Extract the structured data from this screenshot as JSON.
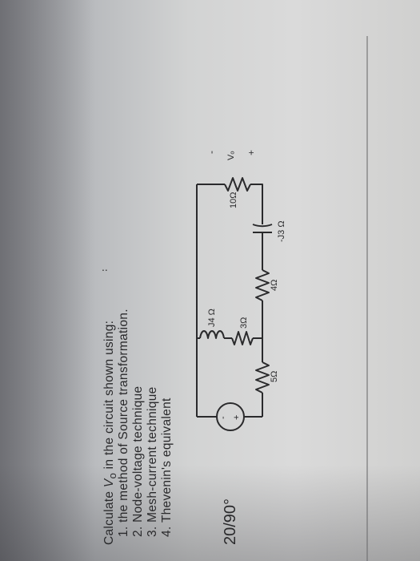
{
  "problem": {
    "intro_pre": "Calculate ",
    "intro_var": "V",
    "intro_sub": "o",
    "intro_post": " in the circuit shown using:",
    "items": [
      "1. the method of Source transformation.",
      "2. Node-voltage technique",
      "3. Mesh-current technique",
      "4. Thevenin's equivalent"
    ]
  },
  "circuit": {
    "source": "20/90°",
    "r1": "5Ω",
    "r2": "4Ω",
    "r3": "3Ω",
    "l1": "J4 Ω",
    "c1": "-J3 Ω",
    "r4": "10Ω",
    "vo": "Vₒ",
    "plus": "+",
    "minus": "-",
    "src_plus": "+",
    "src_minus": "-"
  }
}
